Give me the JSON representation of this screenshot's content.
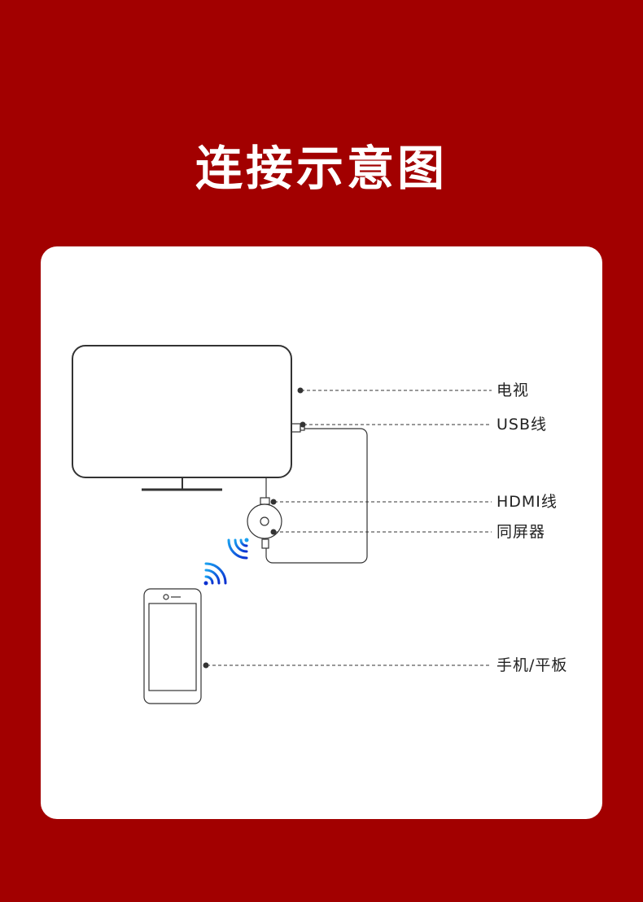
{
  "title": "连接示意图",
  "labels": {
    "tv": "电视",
    "usb": "USB线",
    "hdmi": "HDMI线",
    "dongle": "同屏器",
    "phone": "手机/平板"
  },
  "colors": {
    "background": "#a20000",
    "card": "#ffffff",
    "line": "#333333",
    "wifi_light": "#1aa0f0",
    "wifi_dark": "#0a2fd0"
  }
}
